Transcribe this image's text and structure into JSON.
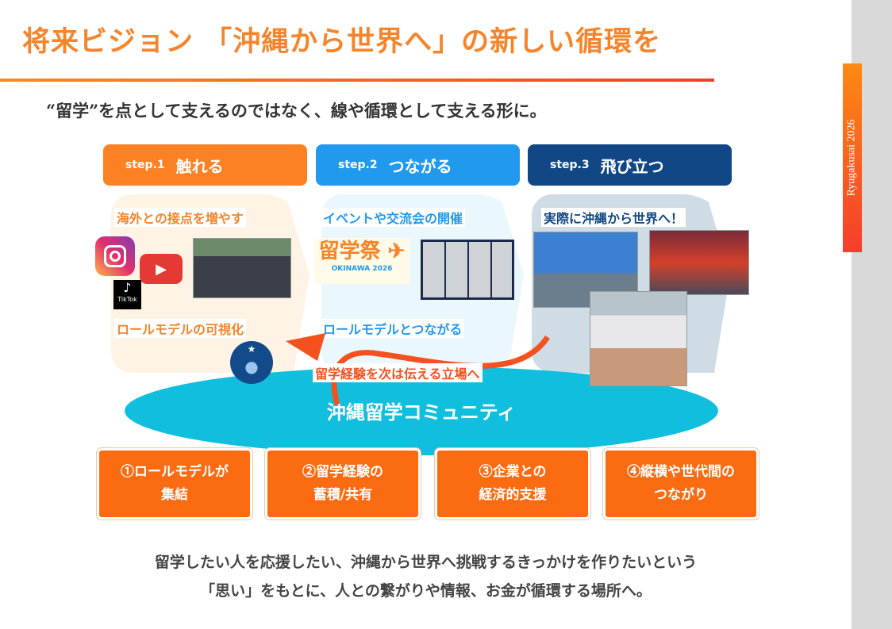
{
  "title": "将来ビジョン 「沖縄から世界へ」の新しい循環を",
  "subtitle": "“留学”を点として支えるのではなく、線や循環として支える形に。",
  "side_label": "Ryugakusai 2026",
  "steps": [
    {
      "num": "step.1",
      "label": "触れる",
      "color": "#fb8124"
    },
    {
      "num": "step.2",
      "label": "つながる",
      "color": "#2199ec"
    },
    {
      "num": "step.3",
      "label": "飛び立つ",
      "color": "#114784"
    }
  ],
  "panels": [
    {
      "top": "海外との接点を増やす",
      "bottom": "ロールモデルの可視化",
      "tiktok": "TikTok"
    },
    {
      "top": "イベントや交流会の開催",
      "bottom": "ロールモデルとつながる",
      "logo_main": "留学祭",
      "logo_sub": "OKINAWA 2026"
    },
    {
      "top": "実際に沖縄から世界へ！"
    }
  ],
  "loop_label": "留学経験を次は伝える立場へ",
  "community": "沖縄留学コミュニティ",
  "boxes": [
    "①ロールモデルが\n集結",
    "②留学経験の\n蓄積/共有",
    "③企業との\n経済的支援",
    "④縦横や世代間の\nつながり"
  ],
  "bottom": [
    "留学したい人を応援したい、沖縄から世界へ挑戦するきっかけを作りたいという",
    "「思い」をもとに、人との繋がりや情報、お金が循環する場所へ。"
  ]
}
